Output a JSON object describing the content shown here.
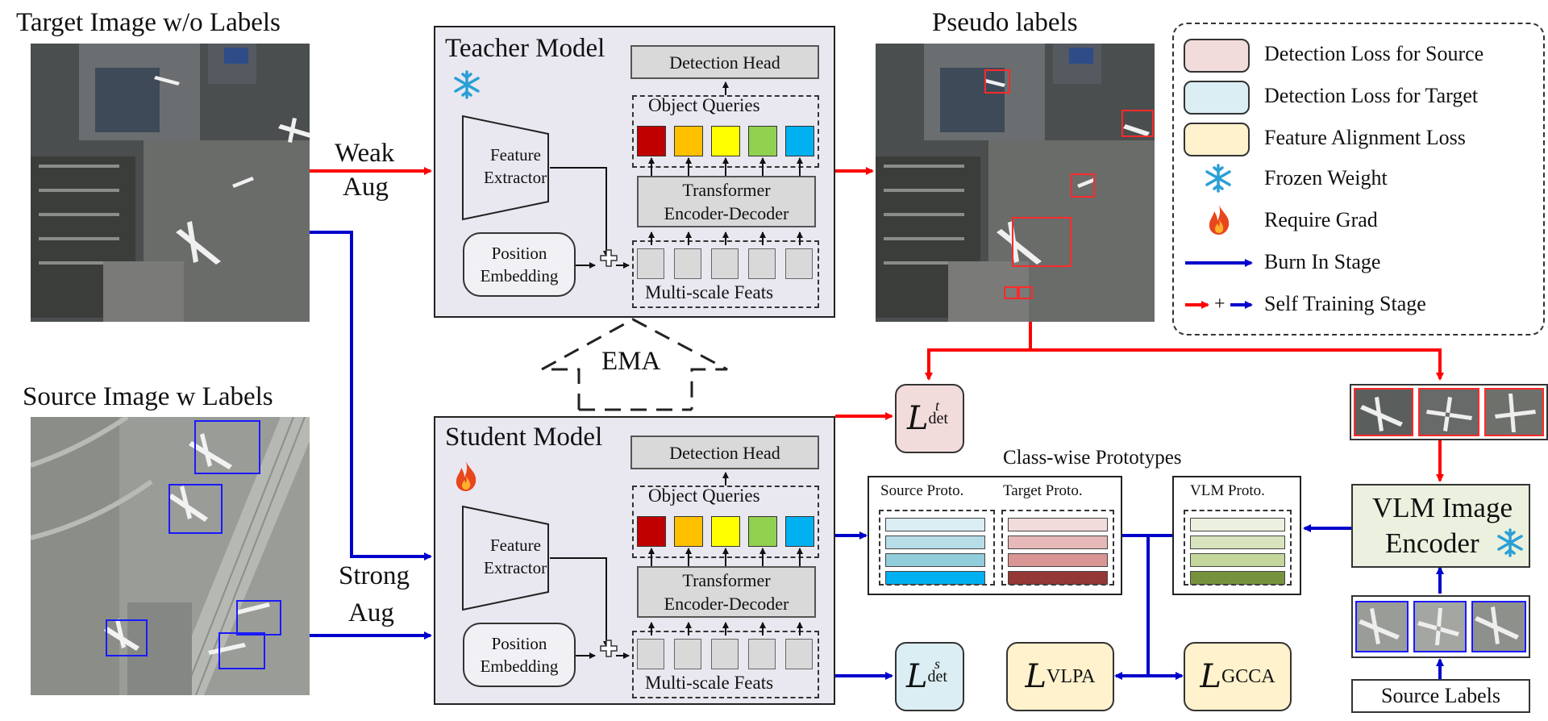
{
  "titles": {
    "target_image": "Target Image w/o Labels",
    "source_image": "Source Image w Labels",
    "pseudo_labels": "Pseudo labels",
    "class_prototypes": "Class-wise Prototypes"
  },
  "augment": {
    "weak_line1": "Weak",
    "weak_line2": "Aug",
    "strong_line1": "Strong",
    "strong_line2": "Aug"
  },
  "teacher": {
    "title": "Teacher Model",
    "detection_head": "Detection Head",
    "object_queries": "Object Queries",
    "feature_extractor_1": "Feature",
    "feature_extractor_2": "Extractor",
    "transformer_1": "Transformer",
    "transformer_2": "Encoder-Decoder",
    "position_1": "Position",
    "position_2": "Embedding",
    "multiscale": "Multi-scale Feats"
  },
  "student": {
    "title": "Student Model",
    "detection_head": "Detection Head",
    "object_queries": "Object Queries",
    "feature_extractor_1": "Feature",
    "feature_extractor_2": "Extractor",
    "transformer_1": "Transformer",
    "transformer_2": "Encoder-Decoder",
    "position_1": "Position",
    "position_2": "Embedding",
    "multiscale": "Multi-scale Feats"
  },
  "ema": "EMA",
  "query_colors": [
    "#c00000",
    "#ffc000",
    "#ffff00",
    "#92d050",
    "#00b0f0"
  ],
  "prototypes": {
    "source": "Source Proto.",
    "target": "Target  Proto.",
    "vlm": "VLM Proto.",
    "source_colors": [
      "#dbeef4",
      "#b7dde8",
      "#92cddc",
      "#00b0f0"
    ],
    "target_colors": [
      "#f2dcdb",
      "#e6b9b8",
      "#d99694",
      "#953735"
    ],
    "vlm_colors": [
      "#ebf1de",
      "#d7e4bd",
      "#c3d69b",
      "#76923c"
    ]
  },
  "vlm": {
    "line1": "VLM Image",
    "line2": "Encoder"
  },
  "source_labels": "Source Labels",
  "losses": {
    "det_t_main": "L",
    "det_t_sup": "t",
    "det_t_sub": "det",
    "det_s_main": "L",
    "det_s_sup": "s",
    "det_s_sub": "det",
    "vlpa_main": "L",
    "vlpa_sub": "VLPA",
    "gcca_main": "L",
    "gcca_sub": "GCCA"
  },
  "legend": {
    "source_loss": "Detection Loss for Source",
    "target_loss": "Detection Loss for Target",
    "alignment_loss": "Feature Alignment Loss",
    "frozen": "Frozen Weight",
    "grad": "Require Grad",
    "burn_in": "Burn In Stage",
    "self_training": "Self Training Stage",
    "plus": "+",
    "source_color": "#f2dcdb",
    "target_color": "#daeef3",
    "alignment_color": "#fff2cc"
  },
  "arrow_colors": {
    "red": "#ff0000",
    "blue": "#0000cc"
  },
  "icons": [
    "snowflake-icon",
    "flame-icon"
  ]
}
